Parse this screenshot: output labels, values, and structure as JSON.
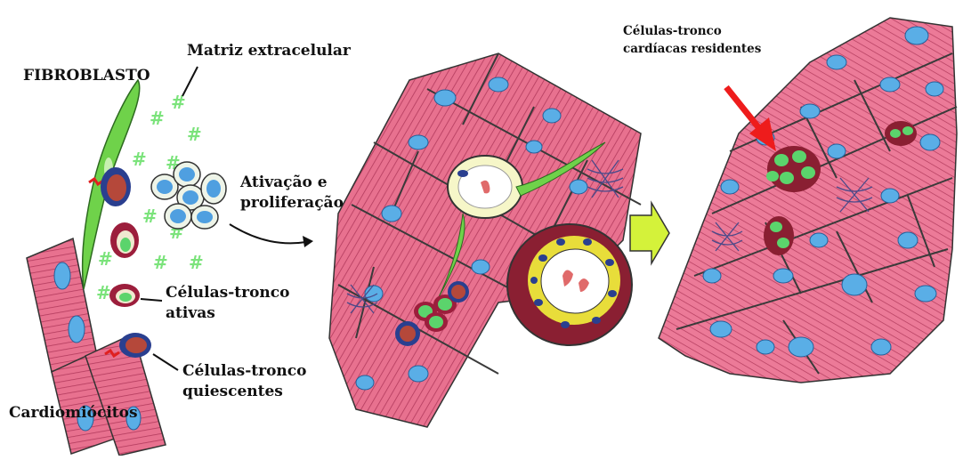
{
  "labels": {
    "fibroblast": "FIBROBLASTO",
    "ecm": "Matriz extracelular",
    "activation_l1": "Ativação e",
    "activation_l2": "proliferação",
    "active_l1": "Células-tronco",
    "active_l2": "ativas",
    "quiescent_l1": "Células-tronco",
    "quiescent_l2": "quiescentes",
    "cardiomyocytes": "Cardiomiócitos",
    "resident_l1": "Células-tronco",
    "resident_l2": "cardíacas residentes"
  },
  "colors": {
    "muscle": "#e8718f",
    "muscle_stripe": "#b23a5c",
    "nucleus": "#5aaee6",
    "fibroblast": "#6fd24a",
    "ecm": "#7be37b",
    "quiescent_core": "#b5483a",
    "quiescent_ring": "#2a3f8f",
    "active_core": "#5bd46c",
    "active_ring": "#9c1e3c",
    "vessel_wall": "#8a1f32",
    "arrow_red": "#ee1c1c",
    "arrow_yellow": "#d4f23a"
  }
}
